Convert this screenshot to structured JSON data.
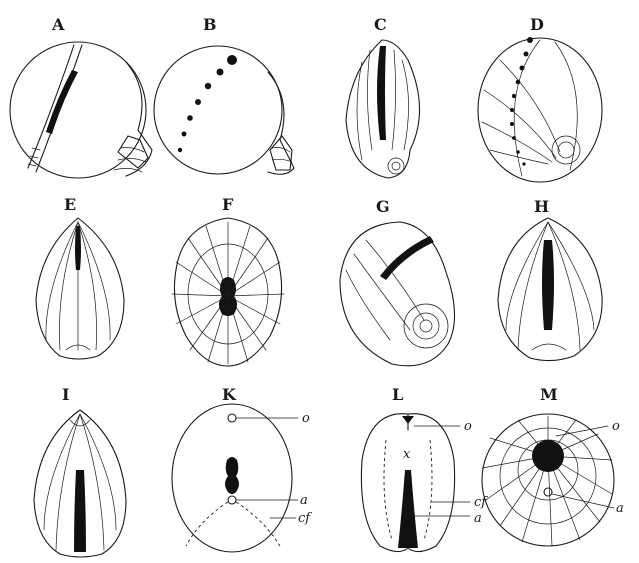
{
  "figure_labels": {
    "A": "A",
    "B": "B",
    "C": "C",
    "D": "D",
    "E": "E",
    "F": "F",
    "G": "G",
    "H": "H",
    "I": "I",
    "K": "K",
    "L": "L",
    "M": "M"
  },
  "annotations": {
    "K_o": "o",
    "K_a": "a",
    "K_cf": "cf",
    "L_o": "o",
    "L_x": "x",
    "L_cf": "cf",
    "L_a": "a",
    "M_o": "o",
    "M_a": "a"
  }
}
